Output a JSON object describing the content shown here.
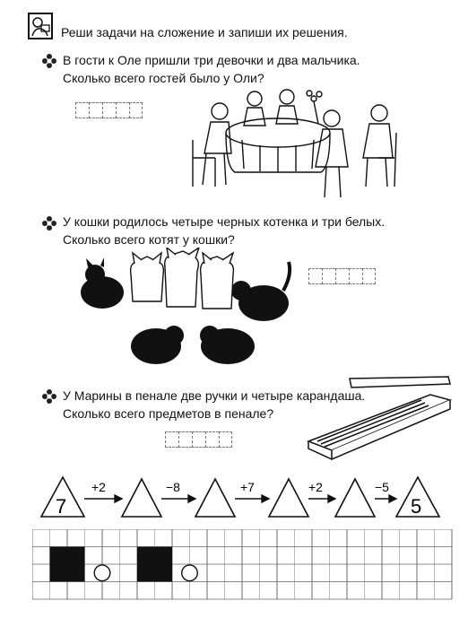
{
  "instruction": "Реши задачи на сложение и запиши их решения.",
  "header_icon": "child-reading-icon",
  "tasks": [
    {
      "lines": [
        "В гости к Оле пришли три девочки и два мальчика.",
        "Сколько всего гостей было у Оли?"
      ],
      "answer_cells": 5,
      "illustration": "children-at-table"
    },
    {
      "lines": [
        "У кошки родилось четыре черных котенка и три белых.",
        "Сколько всего котят у кошки?"
      ],
      "answer_cells": 5,
      "illustration": "kittens"
    },
    {
      "lines": [
        "У Марины в пенале две ручки и четыре карандаша.",
        "Сколько всего предметов в пенале?"
      ],
      "answer_cells": 5,
      "illustration": "pencil-case"
    }
  ],
  "chain": {
    "start": "7",
    "operations": [
      "+2",
      "−8",
      "+7",
      "+2",
      "−5"
    ],
    "end": "5"
  },
  "bullet_icon": "flower-icon"
}
